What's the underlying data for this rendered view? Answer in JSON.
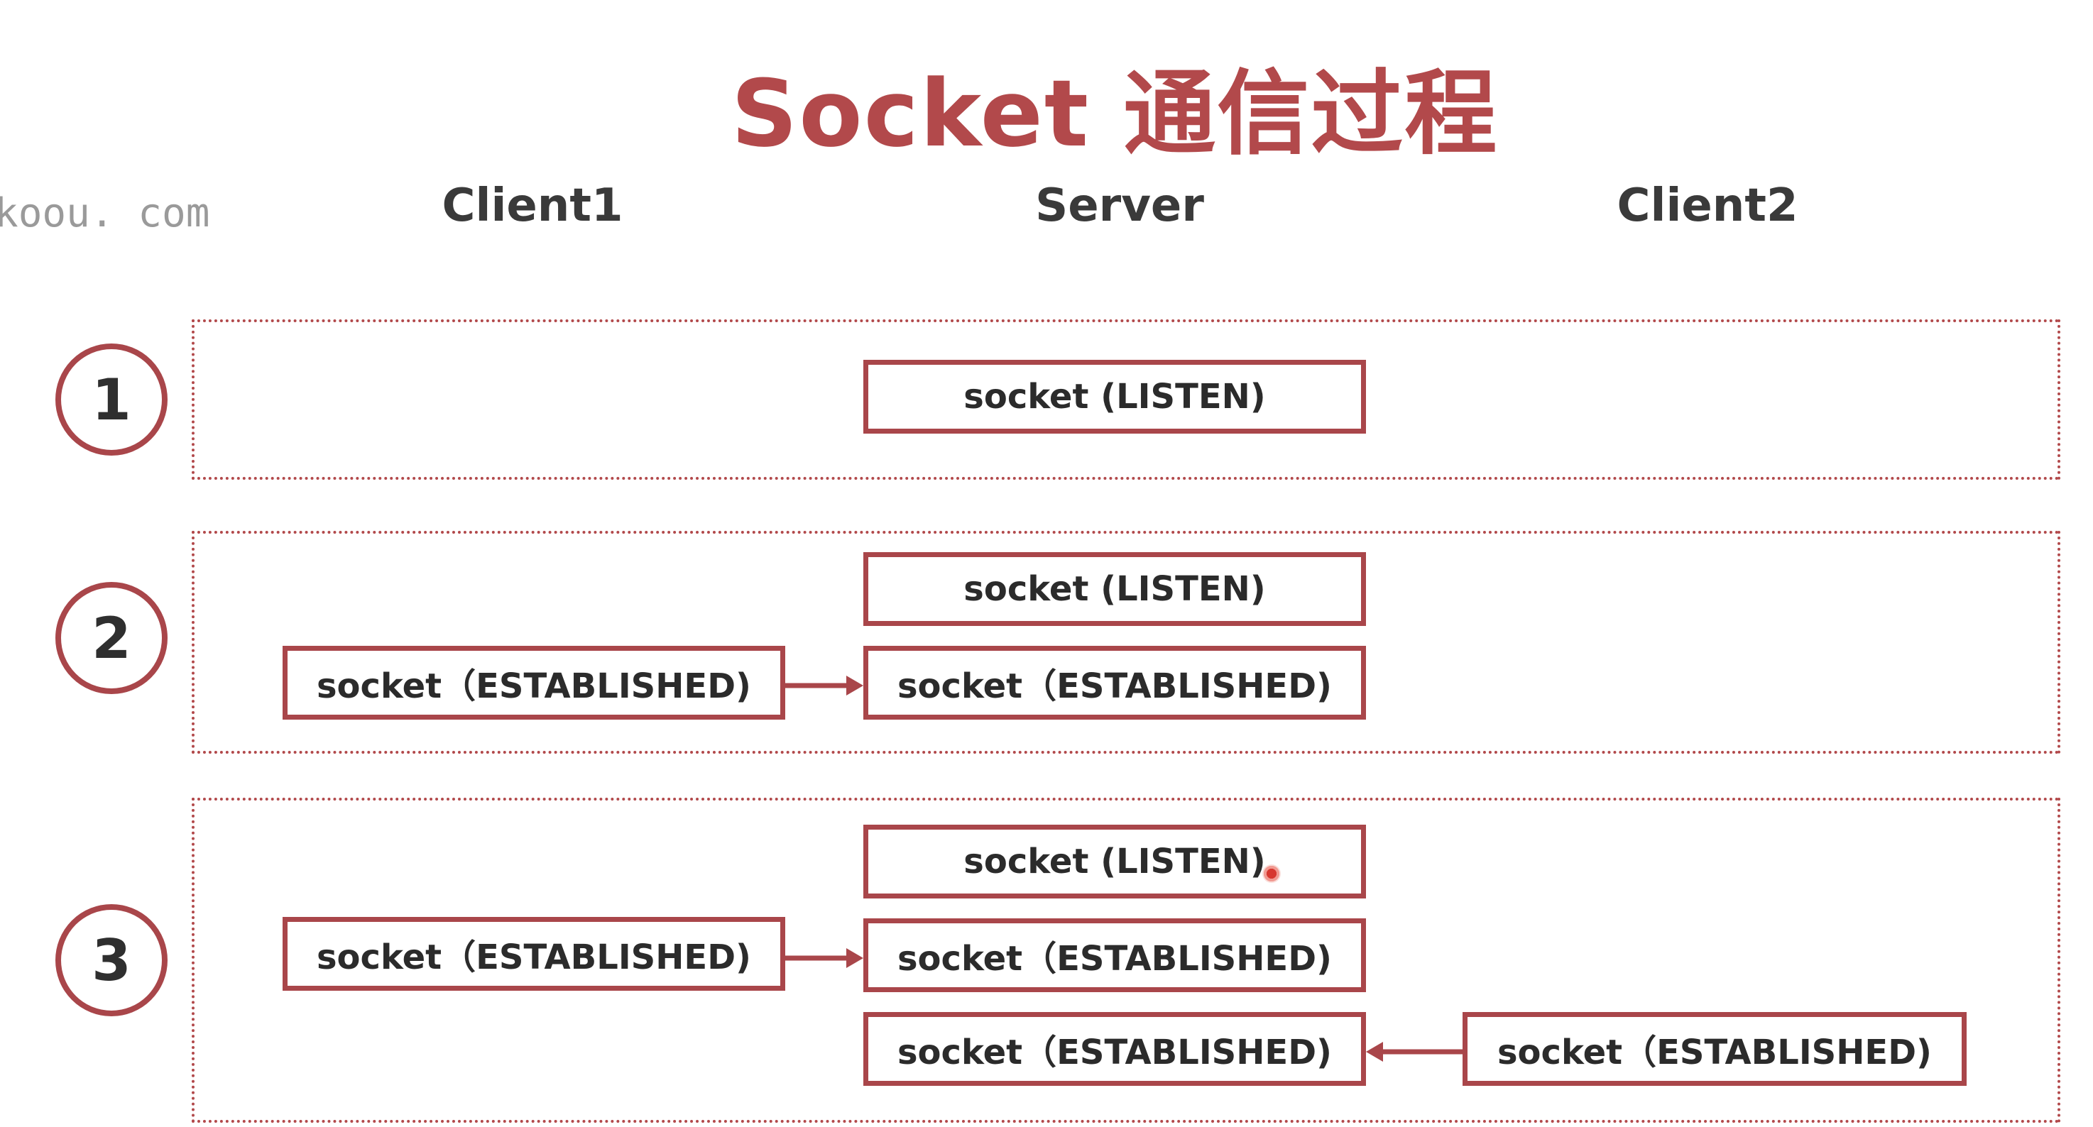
{
  "title": "Socket 通信过程",
  "watermark": "koou. com",
  "columns": {
    "client1": "Client1",
    "server": "Server",
    "client2": "Client2"
  },
  "steps": [
    {
      "number": "1",
      "server": [
        "socket (LISTEN)"
      ]
    },
    {
      "number": "2",
      "client1": "socket（ESTABLISHED)",
      "server": [
        "socket (LISTEN)",
        "socket（ESTABLISHED)"
      ]
    },
    {
      "number": "3",
      "client1": "socket（ESTABLISHED)",
      "server": [
        "socket (LISTEN)",
        "socket（ESTABLISHED)",
        "socket（ESTABLISHED)"
      ],
      "client2": "socket（ESTABLISHED)"
    }
  ],
  "colors": {
    "accent": "#b2494b",
    "box_border": "#a9464a",
    "text": "#2b2b2b",
    "cursor": "#d7372f"
  }
}
